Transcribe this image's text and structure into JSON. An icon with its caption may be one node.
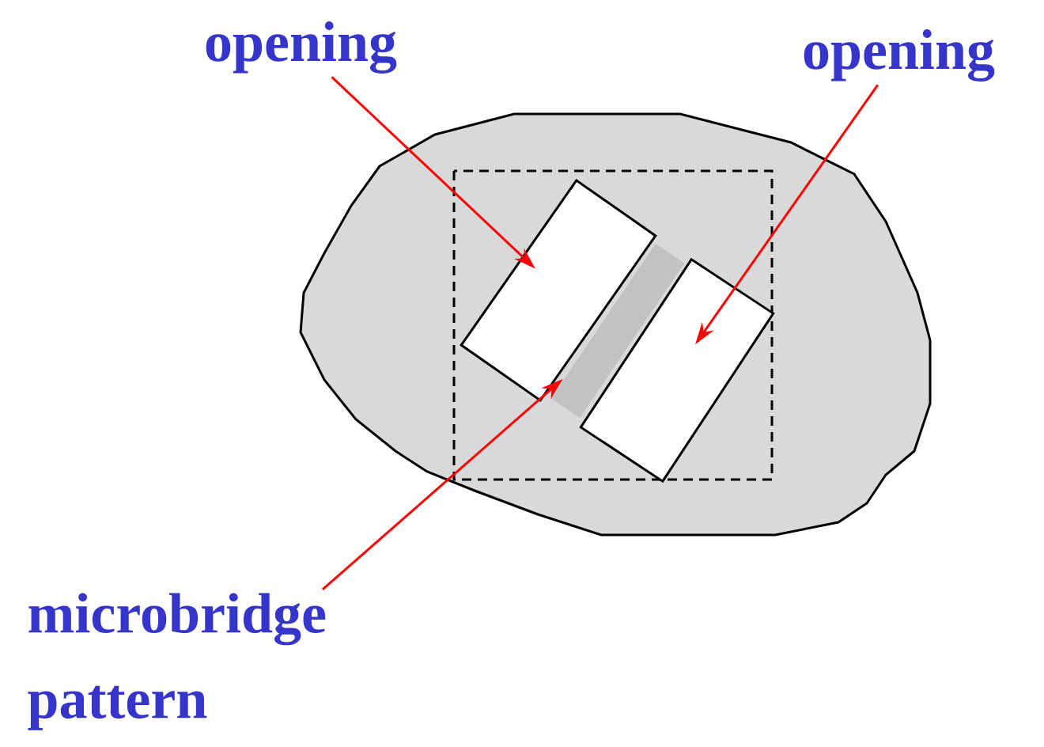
{
  "diagram": {
    "nodes": [
      {
        "text": [
          "opening"
        ]
      },
      {
        "text": [
          "opening"
        ]
      },
      {
        "text": [],
        "shape": "box"
      },
      {
        "text": [],
        "shape": "box"
      },
      {
        "text": [
          "microbridge pattern"
        ]
      },
      {
        "text": [],
        "shape": "bar"
      }
    ],
    "edges": [
      {
        "from": 0,
        "to": 2,
        "arrow": "to"
      },
      {
        "from": 1,
        "to": 3,
        "arrow": "to"
      },
      {
        "from": 4,
        "to": 5,
        "arrow": "to"
      }
    ]
  }
}
